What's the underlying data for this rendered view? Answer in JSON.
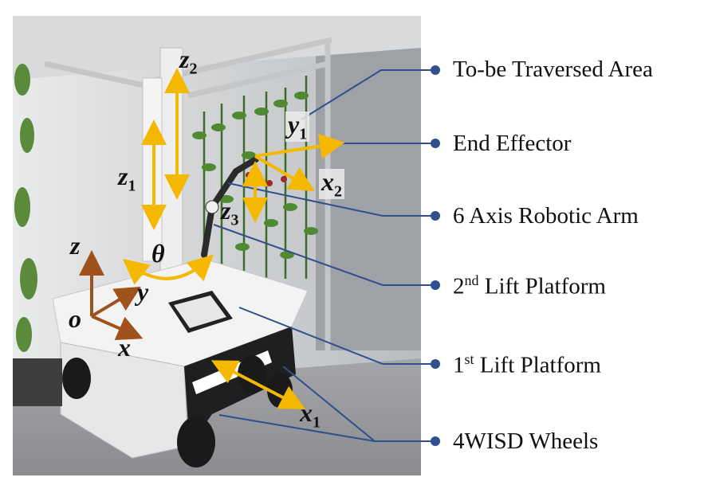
{
  "callouts": {
    "traversed_area": "To-be Traversed Area",
    "end_effector": "End Effector",
    "robotic_arm": "6 Axis Robotic Arm",
    "lift2_prefix": "2",
    "lift2_sup": "nd",
    "lift2_suffix": " Lift Platform",
    "lift1_prefix": "1",
    "lift1_sup": "st",
    "lift1_suffix": " Lift Platform",
    "wheels": "4WISD Wheels"
  },
  "axes": {
    "z2": {
      "base": "z",
      "sub": "2"
    },
    "z1": {
      "base": "z",
      "sub": "1"
    },
    "y1": {
      "base": "y",
      "sub": "1"
    },
    "x2": {
      "base": "x",
      "sub": "2"
    },
    "z3": {
      "base": "z",
      "sub": "3"
    },
    "x1": {
      "base": "x",
      "sub": "1"
    },
    "theta": "θ",
    "origin_z": "z",
    "origin_y": "y",
    "origin_x": "x",
    "origin_o": "o"
  },
  "colors": {
    "leader_line": "#2f4f8f",
    "motion_arrow": "#f5b800",
    "frame_arrow": "#a0521c"
  }
}
